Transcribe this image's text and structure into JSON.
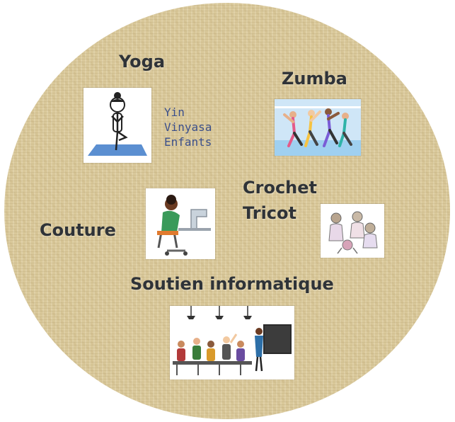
{
  "activities": {
    "yoga": {
      "title": "Yoga",
      "styles": [
        "Yin",
        "Vinyasa",
        "Enfants"
      ]
    },
    "zumba": {
      "title": "Zumba"
    },
    "crochet": {
      "line1": "Crochet",
      "line2": "Tricot"
    },
    "couture": {
      "title": "Couture"
    },
    "informatique": {
      "title": "Soutien informatique"
    }
  },
  "illustrations": {
    "yoga": "yoga-tree-pose-icon",
    "zumba": "dancers-icon",
    "couture": "sewing-machine-icon",
    "crochet": "knitting-group-icon",
    "informatique": "classroom-presentation-icon"
  },
  "colors": {
    "background": "#d9c89a",
    "title_text": "#2f3338",
    "sub_text": "#3b4f8a"
  }
}
